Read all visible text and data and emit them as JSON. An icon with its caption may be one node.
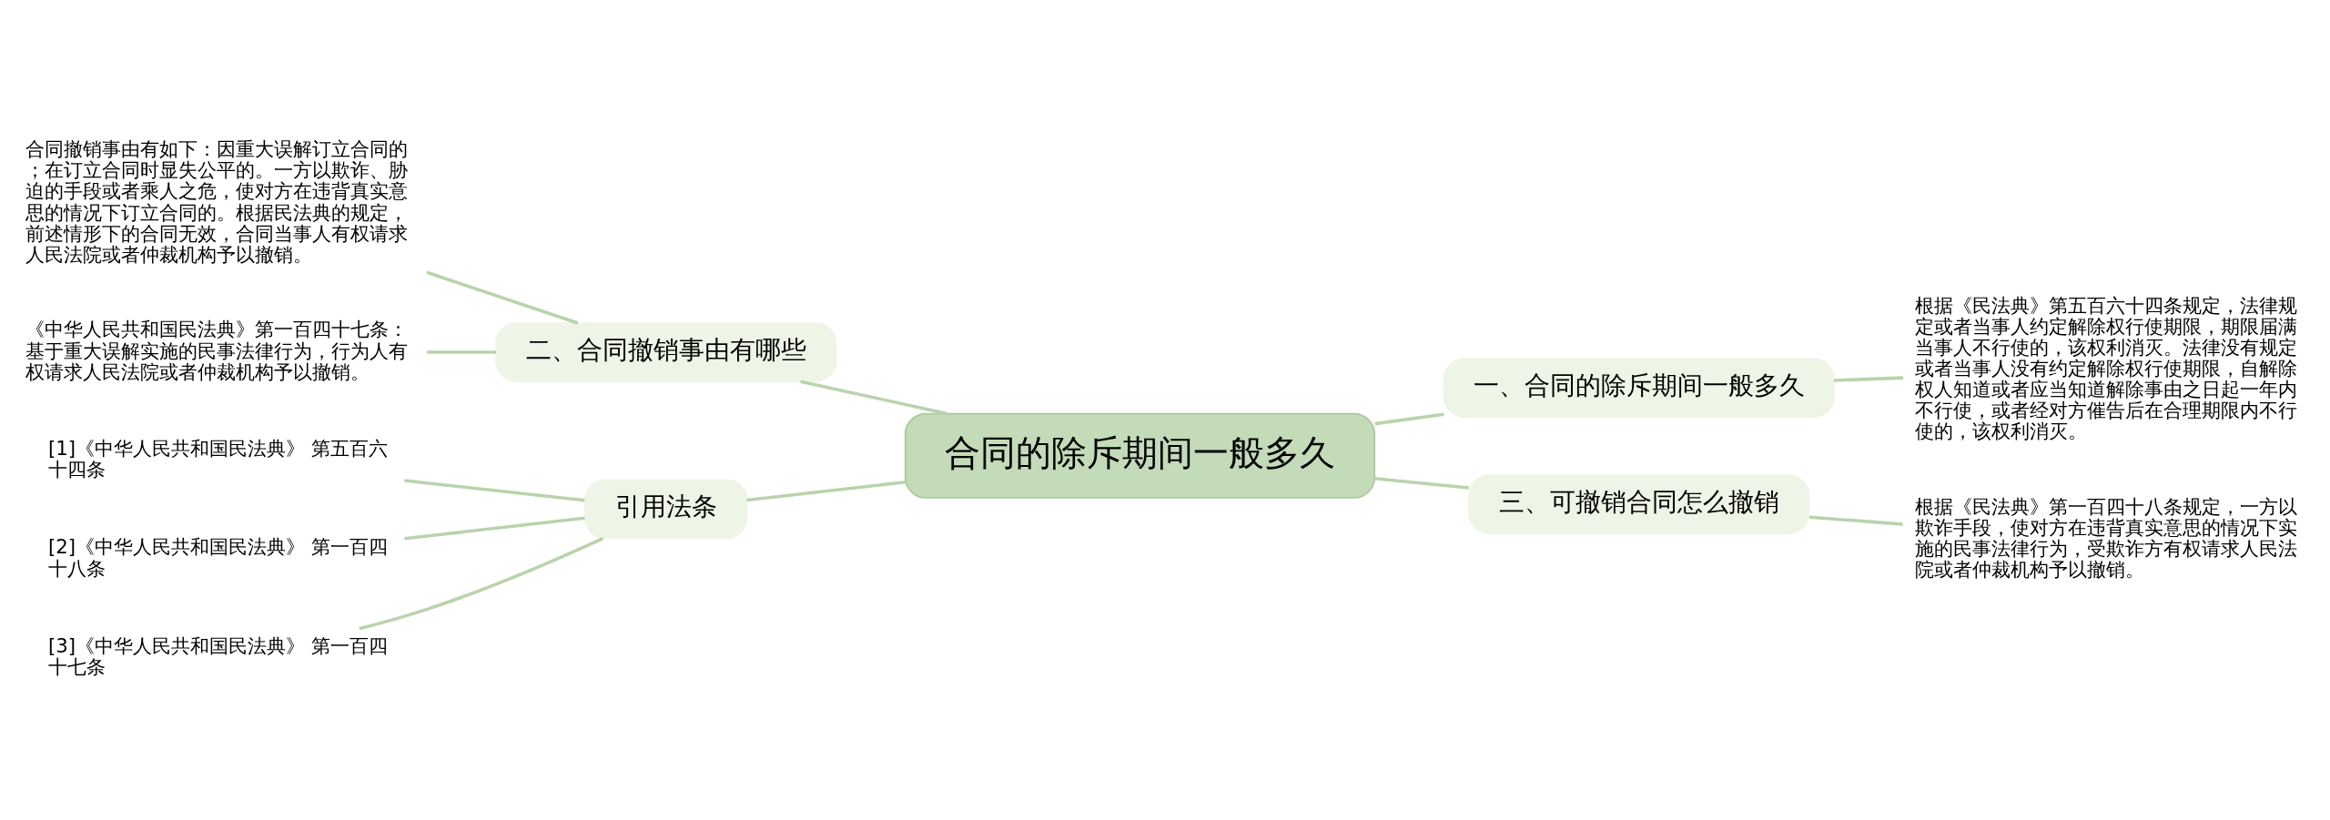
{
  "diagram": {
    "nodes": [
      {
        "text": [
          "合同的除斥期间一般多久"
        ]
      },
      {
        "text": [
          "二、合同撤销事由有哪些"
        ]
      },
      {
        "text": [
          "合同撤销事由有如下：因重大误解订立合同的；在订立合同时显失公平的。一方以欺诈、胁迫的手段或者乘人之危，使对方在违背真实意思的情况下订立合同的。根据民法典的规定，前述情形下的合同无效，合同当事人有权请求人民法院或者仲裁机构予以撤销。"
        ]
      },
      {
        "text": [
          "《中华人民共和国民法典》第一百四十七条：基于重大误解实施的民事法律行为，行为人有权请求人民法院或者仲裁机构予以撤销。"
        ]
      },
      {
        "text": [
          "一、合同的除斥期间一般多久"
        ]
      },
      {
        "text": [
          "根据《民法典》第五百六十四条规定，法律规定或者当事人约定解除权行使期限，期限届满当事人不行使的，该权利消灭。法律没有规定或者当事人没有约定解除权行使期限，自解除权人知道或者应当知道解除事由之日起一年内不行使，或者经对方催告后在合理期限内不行使的，该权利消灭。"
        ]
      },
      {
        "text": [
          "引用法条"
        ]
      },
      {
        "text": [
          "[1]《中华人民共和国民法典》 第五百六十四条"
        ]
      },
      {
        "text": [
          "[2]《中华人民共和国民法典》 第一百四十八条"
        ]
      },
      {
        "text": [
          "[3]《中华人民共和国民法典》 第一百四十七条"
        ]
      },
      {
        "text": [
          "三、可撤销合同怎么撤销"
        ]
      },
      {
        "text": [
          "根据《民法典》第一百四十八条规定，一方以欺诈手段，使对方在违背真实意思的情况下实施的民事法律行为，受欺诈方有权请求人民法院或者仲裁机构予以撤销。"
        ]
      }
    ],
    "edges": [
      {
        "from": 0,
        "to": 1,
        "arrow": "none"
      },
      {
        "from": 1,
        "to": 2,
        "arrow": "none"
      },
      {
        "from": 1,
        "to": 3,
        "arrow": "none"
      },
      {
        "from": 0,
        "to": 4,
        "arrow": "none"
      },
      {
        "from": 4,
        "to": 5,
        "arrow": "none"
      },
      {
        "from": 0,
        "to": 6,
        "arrow": "none"
      },
      {
        "from": 6,
        "to": 7,
        "arrow": "none"
      },
      {
        "from": 6,
        "to": 8,
        "arrow": "none"
      },
      {
        "from": 6,
        "to": 9,
        "arrow": "none"
      },
      {
        "from": 0,
        "to": 10,
        "arrow": "none"
      },
      {
        "from": 10,
        "to": 11,
        "arrow": "none"
      }
    ]
  }
}
